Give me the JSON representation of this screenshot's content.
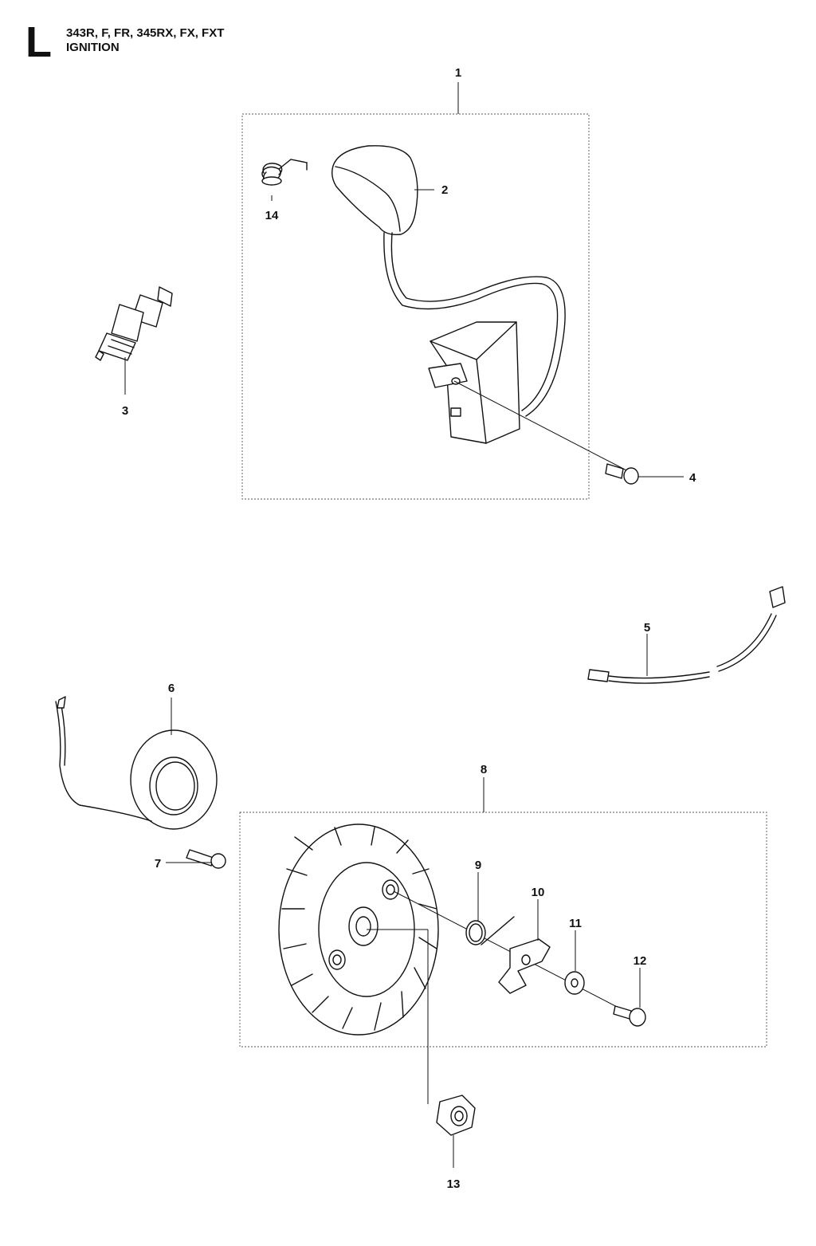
{
  "header": {
    "section_letter": "L",
    "model_line": "343R, F, FR, 345RX, FX, FXT",
    "section_name": "IGNITION"
  },
  "callouts": {
    "p1": "1",
    "p2": "2",
    "p3": "3",
    "p4": "4",
    "p5": "5",
    "p6": "6",
    "p7": "7",
    "p8": "8",
    "p9": "9",
    "p10": "10",
    "p11": "11",
    "p12": "12",
    "p13": "13",
    "p14": "14"
  }
}
